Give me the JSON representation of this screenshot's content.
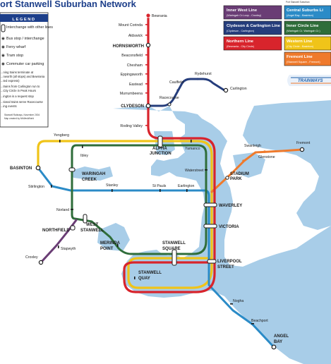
{
  "map": {
    "title": "ort Stanwell Suburban Network",
    "top_right_caption": "Port Stanwell Suburban",
    "legend": {
      "heading": "LEGEND",
      "items": [
        {
          "icon": "interchange-icon",
          "label": "Interchange with other lines"
        },
        {
          "icon": "bus-stop-icon",
          "label": "Bus stop / interchange"
        },
        {
          "icon": "ferry-wharf-icon",
          "label": "Ferry wharf"
        },
        {
          "icon": "tram-stop-icon",
          "label": "Tram stop"
        },
        {
          "icon": "commuter-car-parking-icon",
          "label": "Commuter car parking"
        }
      ],
      "notes": [
        "...ning trains terminate at",
        "...nworth (all stops) and Bewrania",
        "...ted express)",
        "...trains from Carlington run to",
        "...City Circle in Peak Hours",
        "...ington is a request stop",
        "...tional trains serve Racecourse",
        "...ing events"
      ],
      "credit_1": "Stanwell Railways, November 2004",
      "credit_2": "Map created by MrWestWorld"
    },
    "key": [
      {
        "name": "Inner West Line",
        "sub": "(Waringah Cr.Loop - Croxley)",
        "color": "#6a3d75"
      },
      {
        "name": "Central Suburbs Li",
        "sub": "(Angel Bay - Basinton)",
        "color": "#2b8bc7"
      },
      {
        "name": "Clydeson & Carlington Line",
        "sub": "(Clydeson - Carlington)",
        "color": "#253d7c"
      },
      {
        "name": "Inner Circle Line",
        "sub": "(Waringah Cr. Waringah Cr.)",
        "color": "#2f6d3a"
      },
      {
        "name": "Northern Line",
        "sub": "(Bewrania - City Circle)",
        "color": "#d8242c"
      },
      {
        "name": "Western Line",
        "sub": "(City Circle - Basinton)",
        "color": "#f0c419"
      },
      {
        "name": "Fremont Line",
        "sub": "(Stanwell Square - Fremont)",
        "color": "#ef7a2c"
      }
    ],
    "logo_text": "TRAINWAYS",
    "stations": {
      "bewrania": "Bewrania",
      "mount_corinda": "Mount Corinda",
      "aldswick": "Aldswick",
      "hornsworth": "HORNSWORTH",
      "beaconsfield": "Beaconsfield",
      "chesham": "Chesham",
      "eppingsworth": "Eppingsworth",
      "eastead": "Eastead",
      "murrumbeena": "Murrumbeena",
      "clydeson": "CLYDESON",
      "roding_valley": "Roding Valley",
      "rydehurst": "Rydehurst",
      "caulfield": "Caulfield",
      "carlington": "Carlington",
      "racecourse": "Racecourse",
      "yengberg": "Yengberg",
      "basinton": "BASINTON",
      "ibley": "Ibley",
      "waringah_creek_1": "WARINGAH",
      "waringah_creek_2": "CREEK",
      "alpha_junction_1": "ALPHA",
      "alpha_junction_2": "JUNCTION",
      "yamanco": "Yamanco",
      "swanleigh": "Swanleigh",
      "fremont": "Fremont",
      "glenstone": "Glenstone",
      "waterstreet": "Waterstreet",
      "stadium_park_1": "STADIUM",
      "stadium_park_2": "PARK",
      "stirlington": "Stirlington",
      "stanley": "Stanley",
      "st_pauls": "St Pauls",
      "earlington": "Earlington",
      "norland": "Norland",
      "waverley": "WAVERLEY",
      "northfield": "NORTHFIELD",
      "west_stanwell_1": "WEST",
      "west_stanwell_2": "STANWELL",
      "victoria": "VICTORIA",
      "merinda_point_1": "MERINDA",
      "merinda_point_2": "POINT",
      "stapwyth": "Stapwyth",
      "stanwell_square_1": "STANWELL",
      "stanwell_square_2": "SQUARE",
      "croxley": "Croxley",
      "liverpool_street_1": "LIVERPOOL",
      "liverpool_street_2": "STREET",
      "stanwell_quay_1": "STANWELL",
      "stanwell_quay_2": "QUAY",
      "nogha": "Nogha",
      "beachport": "Beachport",
      "angel_bay_1": "ANGEL",
      "angel_bay_2": "BAY"
    },
    "colors": {
      "water": "#a8cde8",
      "land": "#ffffff",
      "northern": "#d8242c",
      "western": "#f0c419",
      "central": "#2b8bc7",
      "inner_circle": "#2f6d3a",
      "inner_west": "#6a3d75",
      "clydeson": "#253d7c",
      "fremont": "#ef7a2c"
    }
  }
}
